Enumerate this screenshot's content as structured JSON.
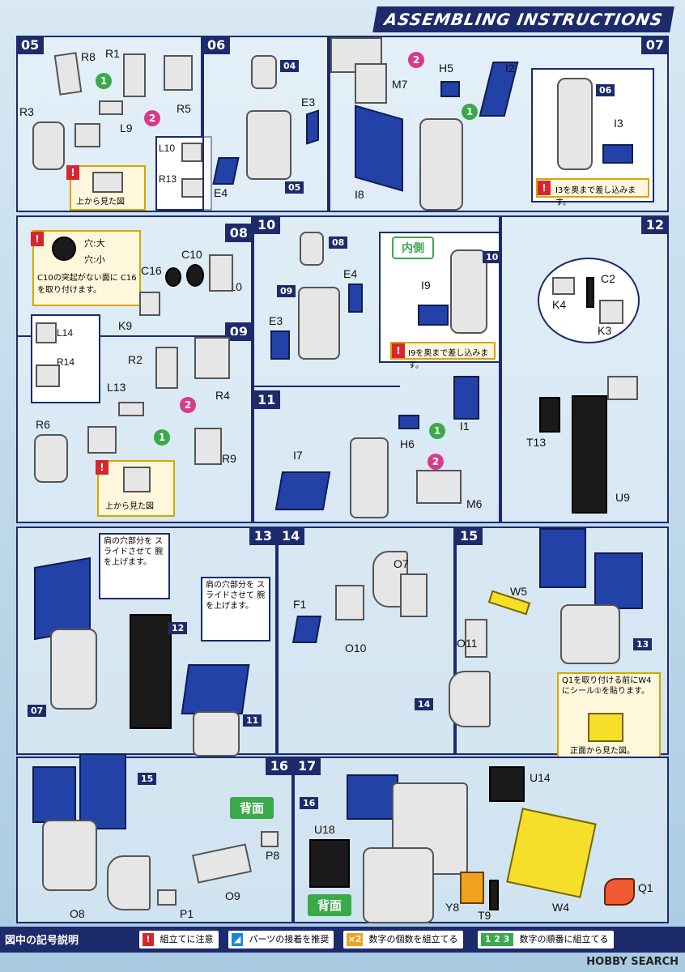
{
  "header": {
    "title": "ASSEMBLING INSTRUCTIONS"
  },
  "steps": {
    "s05": {
      "num": "05",
      "parts": [
        "R8",
        "R1",
        "R3",
        "R5",
        "L9",
        "L10",
        "R13"
      ],
      "callout": "上から見た図",
      "order": [
        "1",
        "2"
      ]
    },
    "s06": {
      "num": "06",
      "parts": [
        "E3",
        "E4"
      ],
      "refs": [
        "04",
        "05"
      ]
    },
    "s07": {
      "num": "07",
      "parts": [
        "H5",
        "I2",
        "M7",
        "I8",
        "I3"
      ],
      "refs": [
        "06"
      ],
      "note": "I3を奥まで差し込みます。",
      "order": [
        "1",
        "2"
      ]
    },
    "s08": {
      "num": "08",
      "parts": [
        "C16",
        "C10",
        "K10",
        "K9"
      ],
      "note_top": "穴:大",
      "note_mid": "穴:小",
      "note_body": "C10の突起がない面に C16を取り付けます。"
    },
    "s09": {
      "num": "09",
      "parts": [
        "L14",
        "R14",
        "R2",
        "L13",
        "R4",
        "R6",
        "R9"
      ],
      "callout": "上から見た図",
      "order": [
        "1",
        "2"
      ]
    },
    "s10": {
      "num": "10",
      "parts": [
        "E4",
        "E3",
        "I9"
      ],
      "refs": [
        "08",
        "09",
        "10"
      ],
      "inner": "内側",
      "note": "I9を奥まで差し込みます。"
    },
    "s11": {
      "num": "11",
      "parts": [
        "I1",
        "H6",
        "I7",
        "M6"
      ],
      "order": [
        "1",
        "2"
      ]
    },
    "s12": {
      "num": "12",
      "parts": [
        "C2",
        "K4",
        "K3",
        "T13",
        "U9"
      ]
    },
    "s13": {
      "num": "13",
      "refs": [
        "12",
        "07",
        "11"
      ],
      "note_a": "肩の穴部分を スライドさせて 腕を上げます。",
      "note_b": "肩の穴部分を スライドさせて 腕を上げます。"
    },
    "s14": {
      "num": "14",
      "parts": [
        "O7",
        "F1",
        "O10"
      ]
    },
    "s15": {
      "num": "15",
      "parts": [
        "W5",
        "O11"
      ],
      "refs": [
        "13",
        "14"
      ],
      "note": "Q1を取り付ける前にW4にシール①を貼ります。",
      "caption": "正面から見た図。"
    },
    "s16": {
      "num": "16",
      "refs": [
        "15"
      ],
      "badge": "背面",
      "parts": [
        "P8",
        "O8",
        "O9",
        "P1"
      ]
    },
    "s17": {
      "num": "17",
      "refs": [
        "16"
      ],
      "badge": "背面",
      "parts": [
        "U14",
        "U18",
        "Y8",
        "T9",
        "W4",
        "Q1"
      ]
    }
  },
  "legend": {
    "title": "図中の記号説明",
    "items": [
      {
        "icon": "!",
        "label": "組立てに注意",
        "color": "#d8262e"
      },
      {
        "icon": "◢",
        "label": "パーツの接着を推奨",
        "color": "#1e88d8"
      },
      {
        "icon": "×2",
        "label": "数字の個数を組立てる",
        "color": "#f0a21e"
      },
      {
        "icon": "1 2 3",
        "label": "数字の順番に組立てる",
        "color": "#3aa94a"
      }
    ]
  },
  "credit": "HOBBY SEARCH",
  "colors": {
    "accent": "#1d2a6b",
    "part_blue": "#2342a8",
    "caution": "#d8262e",
    "order_green": "#3aa94a",
    "order_pink": "#d93a8c"
  }
}
